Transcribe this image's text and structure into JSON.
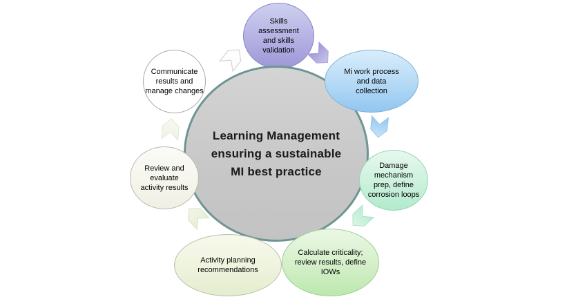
{
  "center": {
    "lines": [
      "Learning Management",
      "ensuring a sustainable",
      "MI best practice"
    ],
    "fill": "#c9c9c9",
    "border_color": "#6f9494"
  },
  "nodes": [
    {
      "id": "skills",
      "label": "Skills assessment and skills validation",
      "fill_top": "#cdd0ef",
      "fill_bottom": "#9d97d8",
      "border": "#8983c9"
    },
    {
      "id": "miwork",
      "label": "Mi work process and data collection",
      "fill_top": "#d9edfb",
      "fill_bottom": "#92c6f0",
      "border": "#7fb2d9"
    },
    {
      "id": "damage",
      "label": "Damage mechanism prep, define corrosion loops",
      "fill_top": "#e6f8ee",
      "fill_bottom": "#b2eacd",
      "border": "#96d6b4"
    },
    {
      "id": "calculate",
      "label": "Calculate criticality; review results, define IOWs",
      "fill_top": "#eaf8e4",
      "fill_bottom": "#bce8ae",
      "border": "#9ccd8d"
    },
    {
      "id": "activity",
      "label": "Activity planning recommendations",
      "fill_top": "#f7f9ec",
      "fill_bottom": "#e4edcf",
      "border": "#b9bfa9"
    },
    {
      "id": "review",
      "label": "Review and evaluate activity results",
      "fill_top": "#fbfbf7",
      "fill_bottom": "#efefe4",
      "border": "#b9b9b1"
    },
    {
      "id": "communicate",
      "label": "Communicate results and manage changes",
      "fill_top": "#ffffff",
      "fill_bottom": "#ffffff",
      "border": "#a9a9a9"
    }
  ],
  "arrows": [
    {
      "name": "arrow-communicate-to-skills",
      "direction": "up-right",
      "fill": "#fdfdfd",
      "border": "#d5d5d5"
    },
    {
      "name": "arrow-skills-to-miwork",
      "direction": "down-right",
      "fill_top": "#c9c5ea",
      "fill_bottom": "#9d96d8",
      "border": "#a9a2dc"
    },
    {
      "name": "arrow-miwork-to-damage",
      "direction": "down",
      "fill_top": "#c8e3f8",
      "fill_bottom": "#94c7ef",
      "border": "#90bfe8"
    },
    {
      "name": "arrow-damage-to-calculate",
      "direction": "down-left",
      "fill_top": "#ddf6ea",
      "fill_bottom": "#b6ecd0",
      "border": "#a8dfc2"
    },
    {
      "name": "arrow-activity-to-review",
      "direction": "up-left",
      "fill_top": "#f3f7e7",
      "fill_bottom": "#e6eed3",
      "border": "#d4ddbc"
    },
    {
      "name": "arrow-review-to-communicate",
      "direction": "up",
      "fill_top": "#f7f9f1",
      "fill_bottom": "#eef2e4",
      "border": "#dde3d2"
    }
  ]
}
